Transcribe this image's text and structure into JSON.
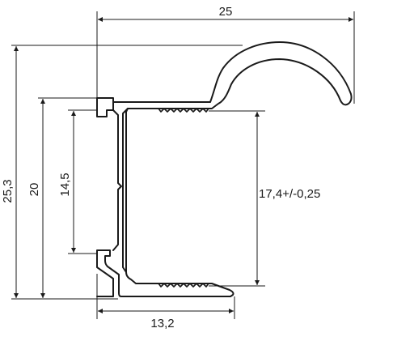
{
  "dimensions": {
    "overall_width": "25",
    "overall_height": "25,3",
    "profile_height": "20",
    "inner_height": "14,5",
    "opening": "17,4+/-0,25",
    "base_width": "13,2"
  }
}
